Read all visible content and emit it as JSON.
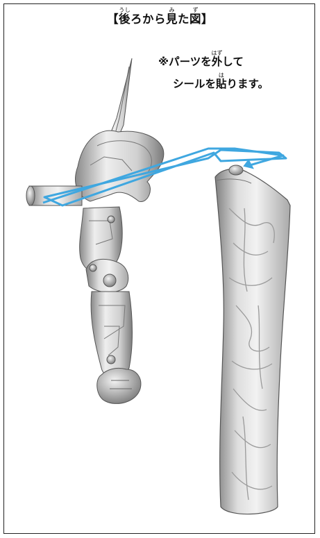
{
  "title": {
    "bracket_open": "【",
    "kanji_1": "後",
    "ruby_1": "うし",
    "mid": "ろから",
    "kanji_2": "見",
    "ruby_2": "み",
    "after_2": "た",
    "kanji_3": "図",
    "ruby_3": "ず",
    "bracket_close": "】"
  },
  "note": {
    "line1_prefix": "※パーツを",
    "line1_kanji": "外",
    "line1_ruby": "はず",
    "line1_suffix": "して",
    "line2_prefix": "シールを",
    "line2_kanji": "貼",
    "line2_ruby": "は",
    "line2_suffix": "ります。"
  },
  "colors": {
    "arrow": "#3fa7e0",
    "part_light": "#e6e6e6",
    "part_dark": "#8c8c8c",
    "frame": "#222222"
  },
  "icons": {
    "arrow": "arrow-icon",
    "figure_arm": "arm-part-icon",
    "shield_part": "shield-part-icon"
  }
}
